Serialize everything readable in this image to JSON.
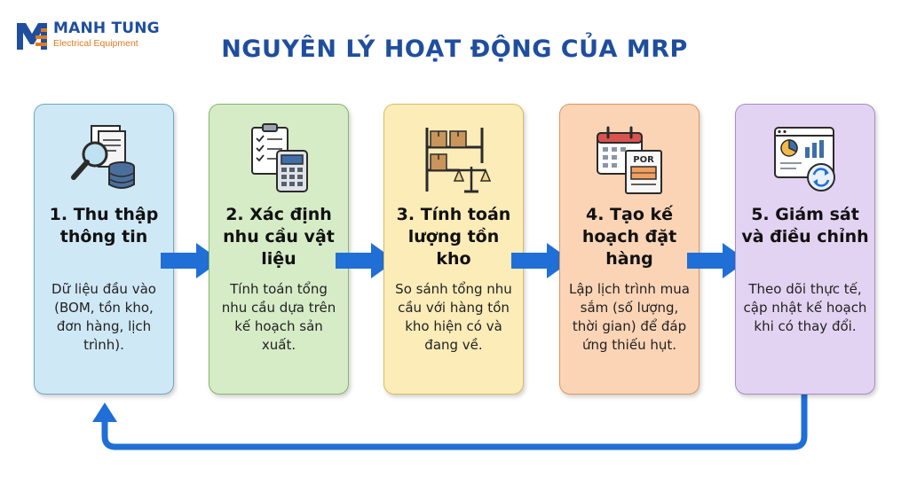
{
  "brand": {
    "name": "MANH TUNG",
    "subtitle": "Electrical Equipment",
    "primary_color": "#1f4e9e",
    "accent_color": "#e07a1e"
  },
  "title": "NGUYÊN LÝ HOẠT ĐỘNG CỦA MRP",
  "arrow_color": "#1f6fd6",
  "steps": [
    {
      "title": "1. Thu thập thông tin",
      "description": "Dữ liệu đầu vào (BOM, tồn kho, đơn hàng, lịch trình).",
      "icon": "magnifier-documents-database-icon",
      "fill": "#cfe8f6",
      "border": "#6fa7c8"
    },
    {
      "title": "2. Xác định nhu cầu vật liệu",
      "description": "Tính toán tổng nhu cầu dựa trên kế hoạch sản xuất.",
      "icon": "checklist-calculator-icon",
      "fill": "#d6ecc7",
      "border": "#86b56a"
    },
    {
      "title": "3. Tính toán lượng tồn kho",
      "description": "So sánh tổng nhu cầu với hàng tồn kho hiện có và đang về.",
      "icon": "warehouse-shelf-scale-icon",
      "fill": "#fbecb8",
      "border": "#d9bc5c"
    },
    {
      "title": "4. Tạo kế hoạch đặt hàng",
      "description": "Lập lịch trình mua sắm (số lượng, thời gian) để đáp ứng thiếu hụt.",
      "icon": "calendar-purchase-order-icon",
      "fill": "#fbd4b6",
      "border": "#e0965e",
      "icon_text": "POR"
    },
    {
      "title": "5. Giám sát và điều chỉnh",
      "description": "Theo dõi thực tế, cập nhật kế hoạch khi có thay đổi.",
      "icon": "dashboard-refresh-icon",
      "fill": "#e3d3f2",
      "border": "#a78cc6"
    }
  ]
}
